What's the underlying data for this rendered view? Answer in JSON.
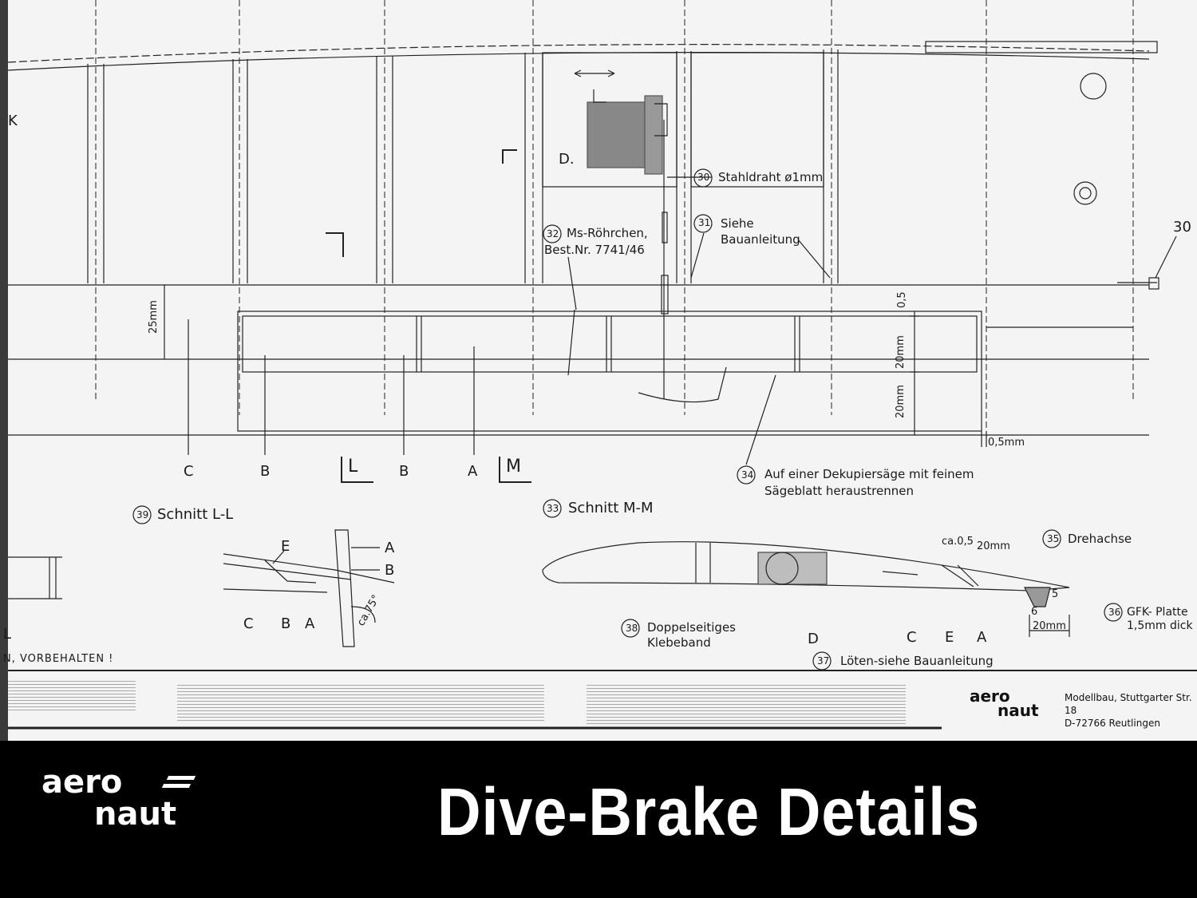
{
  "drawing": {
    "label_k": "K",
    "label_d": "D.",
    "label_30_right": "30",
    "callout_30_num": "30",
    "callout_30_text": "Stahldraht ø1mm",
    "callout_31_num": "31",
    "callout_31_text1": "Siehe",
    "callout_31_text2": "Bauanleitung",
    "callout_32_num": "32",
    "callout_32_text1": "Ms-Röhrchen,",
    "callout_32_text2": "Best.Nr. 7741/46",
    "dim_25mm": "25mm",
    "dim_05_top": "0,5",
    "dim_20mm_a": "20mm",
    "dim_20mm_b": "20mm",
    "dim_05mm": "0,5mm",
    "sec_c": "C",
    "sec_b1": "B",
    "sec_l": "L",
    "sec_b2": "B",
    "sec_a": "A",
    "sec_m": "M",
    "callout_34_num": "34",
    "callout_34_text1": "Auf einer Dekupiersäge mit feinem",
    "callout_34_text2": "Sägeblatt heraustrennen",
    "callout_39_num": "39",
    "callout_39_text": "Schnitt  L-L",
    "callout_33_num": "33",
    "callout_33_text": "Schnitt  M-M",
    "ll_e": "E",
    "ll_a": "A",
    "ll_b": "B",
    "ll_c": "C",
    "ll_b2": "B",
    "ll_a2": "A",
    "ll_angle": "ca.75°",
    "mm_ca05": "ca.0,5",
    "mm_20mm": "20mm",
    "callout_35_num": "35",
    "callout_35_text": "Drehachse",
    "mm_5": "5",
    "mm_6": "6",
    "mm_20mm_b": "20mm",
    "callout_36_num": "36",
    "callout_36_text1": "GFK- Platte",
    "callout_36_text2": "1,5mm dick",
    "callout_38_num": "38",
    "callout_38_text1": "Doppelseitiges",
    "callout_38_text2": "Klebeband",
    "mm_d": "D",
    "mm_c": "C",
    "mm_e": "E",
    "mm_a": "A",
    "callout_37_num": "37",
    "callout_37_text": "Löten-siehe Bauanleitung",
    "left_l": "L",
    "vorbehalten": "N, VORBEHALTEN !"
  },
  "footer": {
    "brand_line1": "aero",
    "brand_line2": "naut",
    "address_line1": "Modellbau, Stuttgarter Str. 18",
    "address_line2": "D-72766 Reutlingen"
  },
  "banner": {
    "logo_line1": "aero",
    "logo_line2": "naut",
    "title": "Dive-Brake Details"
  }
}
